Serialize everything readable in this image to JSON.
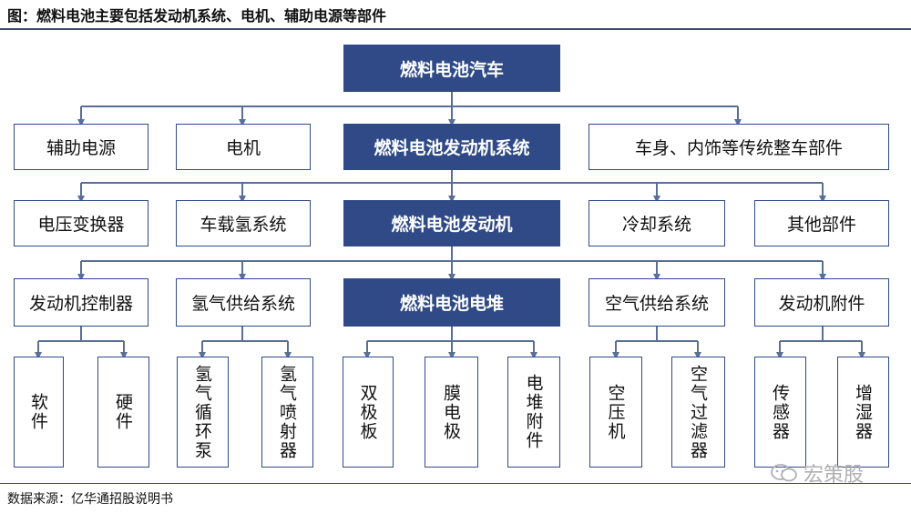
{
  "title": "图：燃料电池主要包括发动机系统、电机、辅助电源等部件",
  "source": "数据来源：亿华通招股说明书",
  "watermark": "宏策股",
  "colors": {
    "accent": "#2f4a86",
    "line": "#5a6e96"
  },
  "nodes": {
    "root": "燃料电池汽车",
    "aux_power": "辅助电源",
    "motor": "电机",
    "engine_system": "燃料电池发动机系统",
    "body_parts": "车身、内饰等传统整车部件",
    "dc_converter": "电压变换器",
    "h2_storage": "车载氢系统",
    "engine": "燃料电池发动机",
    "cooling": "冷却系统",
    "other_parts": "其他部件",
    "engine_controller": "发动机控制器",
    "h2_supply": "氢气供给系统",
    "stack": "燃料电池电堆",
    "air_supply": "空气供给系统",
    "engine_accessories": "发动机附件",
    "software": "软件",
    "hardware": "硬件",
    "h2_pump": "氢气循环泵",
    "h2_injector": "氢气喷射器",
    "bipolar_plate": "双极板",
    "membrane_electrode": "膜电极",
    "stack_accessories": "电堆附件",
    "air_compressor": "空压机",
    "air_filter": "空气过滤器",
    "sensor": "传感器",
    "humidifier": "增湿器"
  }
}
